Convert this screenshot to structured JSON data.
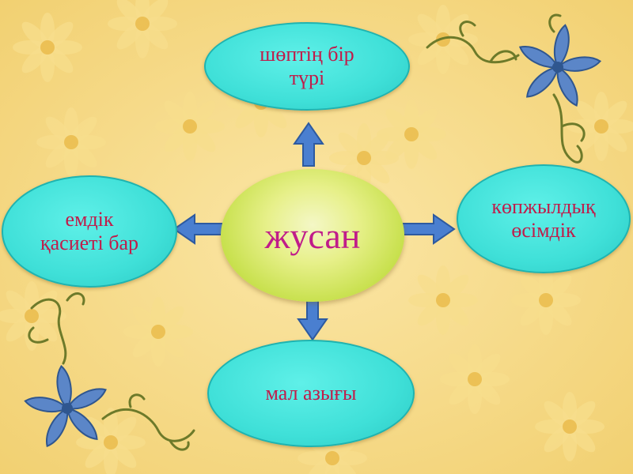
{
  "diagram": {
    "center_label": "жусан",
    "nodes": {
      "top": "шөптің бір\nтүрі",
      "left": "емдік\nқасиеті бар",
      "right": "көпжылдық\nөсімдік",
      "bottom": "мал азығы"
    }
  },
  "colors": {
    "background": "#f4d683",
    "node_fill": "#3fe0d8",
    "node_text": "#c01c4a",
    "center_fill": "#c5df48",
    "center_text": "#c01c8a",
    "arrow_fill": "#4a7fd0",
    "flower": "#5b86c8"
  },
  "icons": [
    "flower-decoration-icon",
    "vine-decoration-icon",
    "arrow-icon"
  ]
}
